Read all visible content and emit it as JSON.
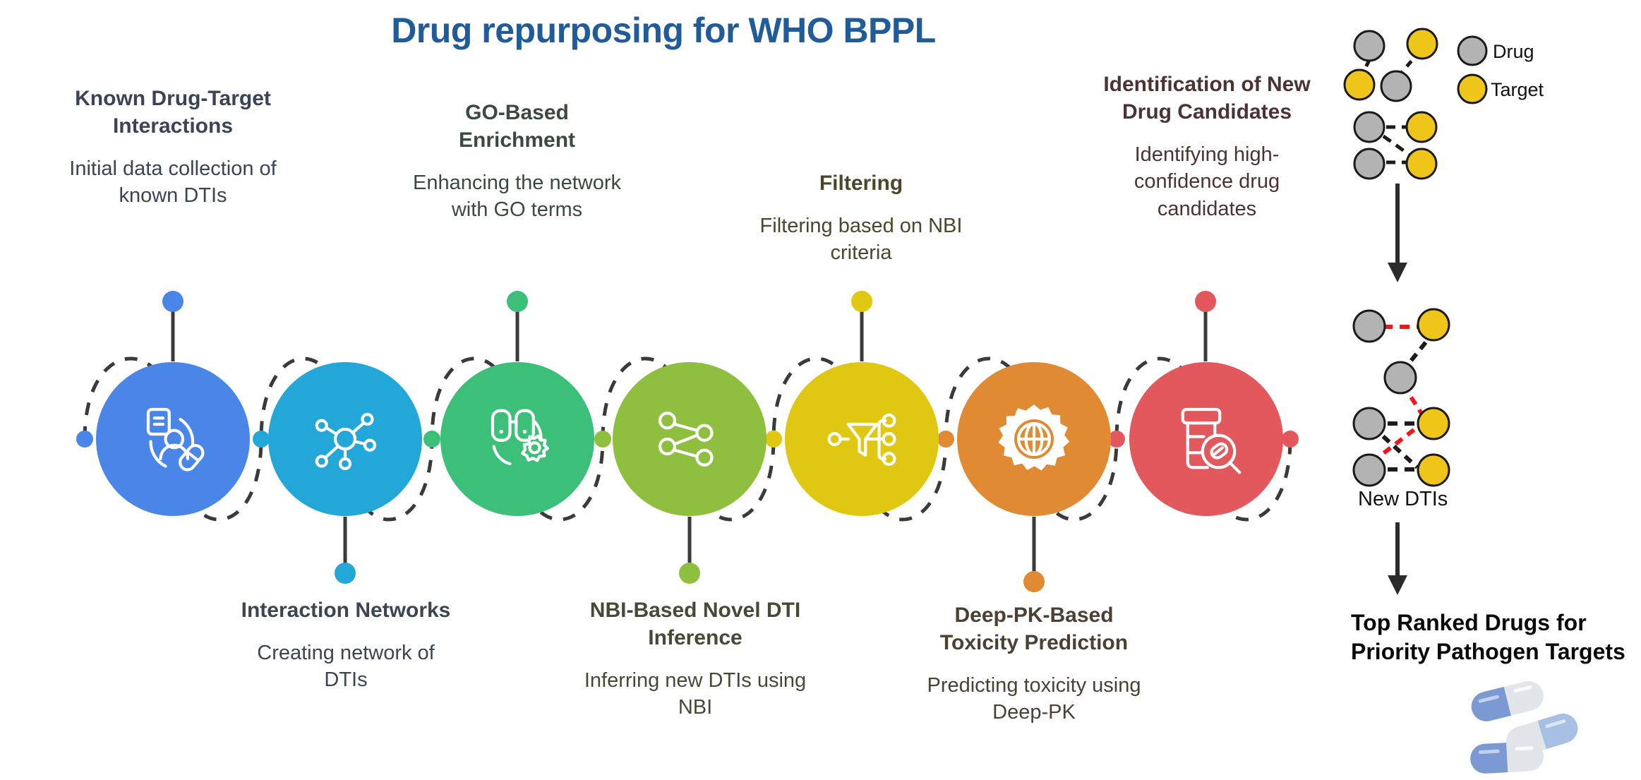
{
  "title": "Drug repurposing for WHO BPPL",
  "title_color": "#1f5c99",
  "steps": [
    {
      "id": "known-dti",
      "heading": "Known Drug-Target Interactions",
      "description": "Initial data collection of known DTIs",
      "color": "#4a86e8",
      "text_color": "#3b4456",
      "icon": "patient-record-pill-icon",
      "position": "above"
    },
    {
      "id": "interaction-networks",
      "heading": "Interaction Networks",
      "description": "Creating network of DTIs",
      "color": "#22a7d8",
      "text_color": "#3b4651",
      "icon": "network-hub-icon",
      "position": "below"
    },
    {
      "id": "go-enrichment",
      "heading": "GO-Based Enrichment",
      "description": "Enhancing the network with GO terms",
      "color": "#3cbf79",
      "text_color": "#3a4a3e",
      "icon": "gene-gear-icon",
      "position": "above"
    },
    {
      "id": "nbi-inference",
      "heading": "NBI-Based Novel DTI Inference",
      "description": "Inferring new DTIs using NBI",
      "color": "#8fbf3f",
      "text_color": "#444a36",
      "icon": "share-nodes-icon",
      "position": "below"
    },
    {
      "id": "filtering",
      "heading": "Filtering",
      "description": "Filtering based on NBI criteria",
      "color": "#e0c711",
      "text_color": "#4b472c",
      "icon": "funnel-filter-icon",
      "position": "above"
    },
    {
      "id": "toxicity-prediction",
      "heading": "Deep-PK-Based Toxicity Prediction",
      "description": "Predicting toxicity using Deep-PK",
      "color": "#e08b33",
      "text_color": "#4b4034",
      "icon": "globe-gear-icon",
      "position": "below"
    },
    {
      "id": "new-drug-candidates",
      "heading": "Identification of New Drug Candidates",
      "description": "Identifying high-confidence drug candidates",
      "color": "#e2585c",
      "text_color": "#4b3333",
      "icon": "pill-bottle-search-icon",
      "position": "above"
    }
  ],
  "right_panel": {
    "legend": [
      {
        "label": "Drug",
        "color": "#b3b3b3"
      },
      {
        "label": "Target",
        "color": "#efc519"
      }
    ],
    "new_dti_label": "New DTIs",
    "final_title": "Top Ranked Drugs for Priority Pathogen Targets",
    "arrow_color": "#2b2b2b",
    "new_edge_color": "#f21616",
    "known_edge_color": "#1b1b1b",
    "drug_color": "#b3b3b3",
    "target_color": "#efc519",
    "pill_color": "#7b9ad4",
    "pill_shell_color": "#e2e5ea"
  },
  "palette": {
    "dash_path_color": "#3a3a3a",
    "stem_color": "#3a3a3a"
  }
}
